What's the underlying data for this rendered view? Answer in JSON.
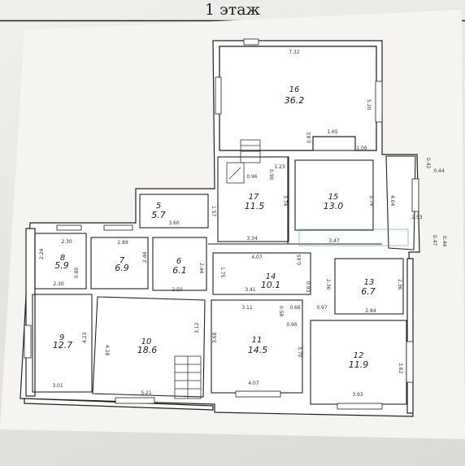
{
  "header": {
    "title": "1 этаж"
  },
  "rooms": [
    {
      "id": "r16",
      "num": "16",
      "area": "36.2"
    },
    {
      "id": "r17",
      "num": "17",
      "area": "11.5"
    },
    {
      "id": "r15",
      "num": "15",
      "area": "13.0"
    },
    {
      "id": "r5",
      "num": "5",
      "area": "5.7"
    },
    {
      "id": "r8",
      "num": "8",
      "area": "5.9"
    },
    {
      "id": "r7",
      "num": "7",
      "area": "6.9"
    },
    {
      "id": "r6",
      "num": "6",
      "area": "6.1"
    },
    {
      "id": "r14",
      "num": "14",
      "area": "10.1"
    },
    {
      "id": "r13",
      "num": "13",
      "area": "6.7"
    },
    {
      "id": "r9",
      "num": "9",
      "area": "12.7"
    },
    {
      "id": "r10",
      "num": "10",
      "area": "18.6"
    },
    {
      "id": "r11",
      "num": "11",
      "area": "14.5"
    },
    {
      "id": "r12",
      "num": "12",
      "area": "11.9"
    }
  ],
  "dimensions": {
    "d_7_32": "7.32",
    "d_5_20": "5.20",
    "d_1_65": "1.65",
    "d_0_83": "0.83",
    "d_1_06": "1.06",
    "d_0_96": "0.96",
    "d_0_90": "0.90",
    "d_1_23": "1.23",
    "d_3_74a": "3.74",
    "d_3_74b": "3.74",
    "d_4_04": "4.04",
    "d_0_42": "0.42",
    "d_0_44a": "0.44",
    "d_2_53": "2.53",
    "d_0_47": "0.47",
    "d_0_44b": "0.44",
    "d_3_60": "3.60",
    "d_1_57": "1.57",
    "d_3_34": "3.34",
    "d_3_47": "3.47",
    "d_2_30a": "2.30",
    "d_2_89": "2.89",
    "d_2_24": "2.24",
    "d_2_44a": "2.44",
    "d_2_44b": "2.44",
    "d_0_80": "0.80",
    "d_2_30b": "2.30",
    "d_2_50": "2.50",
    "d_1_75": "1.75",
    "d_4_07a": "4.07",
    "d_0_65": "0.65",
    "d_3_41": "3.41",
    "d_0_93": "0.93",
    "d_2_36a": "2.36",
    "d_2_36b": "2.36",
    "d_3_11": "3.11",
    "d_0_58": "0.58",
    "d_0_66": "0.66",
    "d_0_97": "0.97",
    "d_2_84": "2.84",
    "d_0_96b": "0.96",
    "d_4_23": "4.23",
    "d_4_28": "4.28",
    "d_3_12": "3.12",
    "d_3_68": "3.68",
    "d_3_70": "3.70",
    "d_3_62": "3.62",
    "d_3_01": "3.01",
    "d_5_21": "5.21",
    "d_4_07b": "4.07",
    "d_3_93": "3.93"
  }
}
